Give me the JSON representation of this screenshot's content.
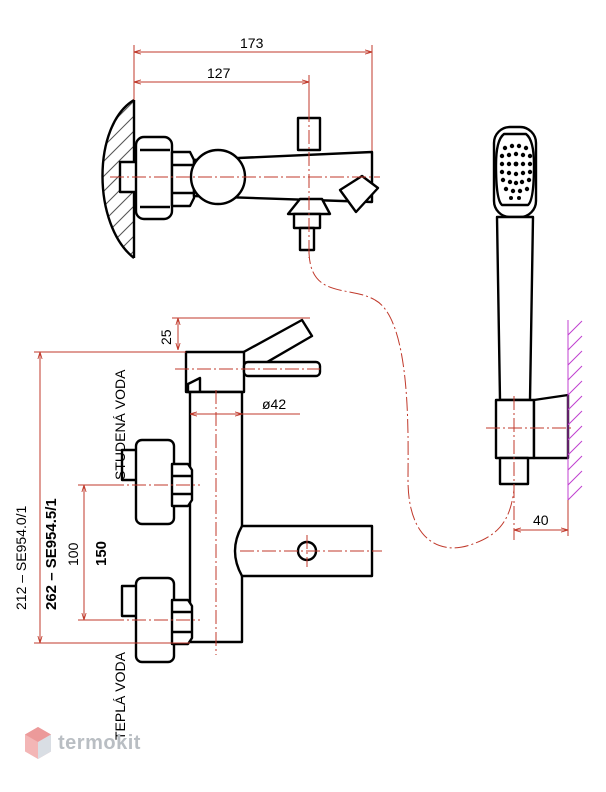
{
  "dimensions": {
    "d173": "173",
    "d127": "127",
    "d25": "25",
    "d42": "ø42",
    "d40": "40",
    "d100": "100",
    "d150": "150",
    "se_212": "212 – SE954.0/1",
    "se_262": "262 – SE954.5/1"
  },
  "labels": {
    "cold": "STUDENÁ VODA",
    "warm": "TEPLÁ VODA"
  },
  "logo": {
    "text": "termokit",
    "color": "#b9bec3"
  },
  "colors": {
    "outline": "#000000",
    "dimension": "#c0392b",
    "wall_hatch_right": "#c040d0"
  }
}
